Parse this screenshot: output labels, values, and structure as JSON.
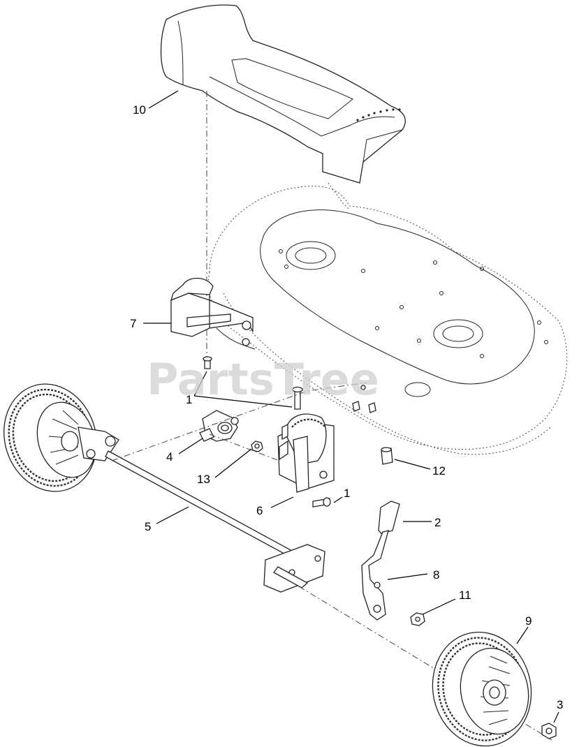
{
  "watermark": "PartsTree",
  "callouts": {
    "c1a": "1",
    "c1b": "1",
    "c2": "2",
    "c3": "3",
    "c4": "4",
    "c5": "5",
    "c6": "6",
    "c7": "7",
    "c8": "8",
    "c9": "9",
    "c10": "10",
    "c11": "11",
    "c12": "12",
    "c13": "13"
  }
}
